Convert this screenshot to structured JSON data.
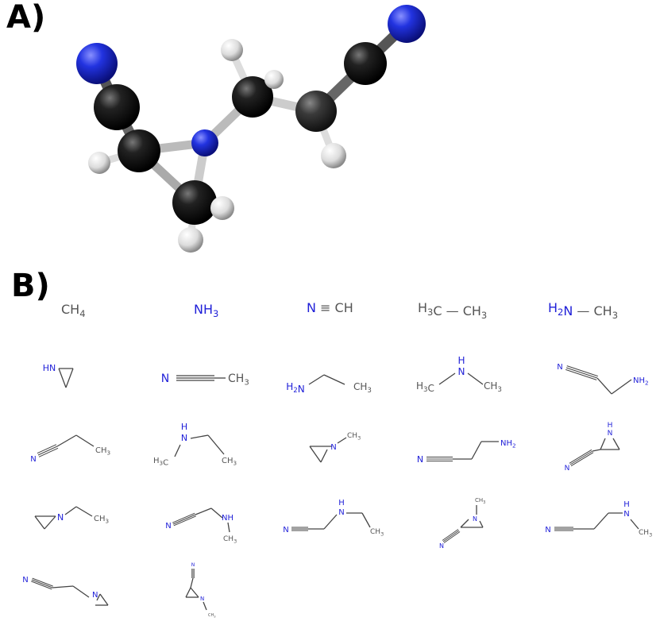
{
  "panels": {
    "a_label": "A)",
    "b_label": "B)"
  },
  "colors": {
    "nitrogen": "#1f1fd8",
    "carbon_text": "#555555",
    "bond": "#444444",
    "ball_carbon": "#111111",
    "ball_nitrogen": "#1a22d6",
    "ball_hydrogen": "#e8e8e8"
  },
  "molecules": [
    {
      "id": "methane",
      "pieces": [
        {
          "t": "CH",
          "c": "C"
        },
        {
          "t": "4",
          "c": "C",
          "sub": true
        }
      ]
    },
    {
      "id": "ammonia",
      "pieces": [
        {
          "t": "NH",
          "c": "N"
        },
        {
          "t": "3",
          "c": "N",
          "sub": true
        }
      ]
    },
    {
      "id": "hydrogen-cyanide",
      "pieces": [
        {
          "t": "N",
          "c": "N"
        },
        {
          "t": " ≡ ",
          "c": "C"
        },
        {
          "t": "CH",
          "c": "C"
        }
      ]
    },
    {
      "id": "ethane",
      "pieces": [
        {
          "t": "H",
          "c": "C"
        },
        {
          "t": "3",
          "c": "C",
          "sub": true
        },
        {
          "t": "C — CH",
          "c": "C"
        },
        {
          "t": "3",
          "c": "C",
          "sub": true
        }
      ]
    },
    {
      "id": "methylamine",
      "pieces": [
        {
          "t": "H",
          "c": "N"
        },
        {
          "t": "2",
          "c": "N",
          "sub": true
        },
        {
          "t": "N",
          "c": "N"
        },
        {
          "t": " — CH",
          "c": "C"
        },
        {
          "t": "3",
          "c": "C",
          "sub": true
        }
      ]
    },
    {
      "id": "aziridine",
      "labels": [
        {
          "t": "HN",
          "c": "N"
        }
      ]
    },
    {
      "id": "acetonitrile",
      "labels": [
        {
          "t": "N",
          "c": "N"
        },
        {
          "t": "CH3",
          "c": "C"
        }
      ]
    },
    {
      "id": "ethylamine",
      "labels": [
        {
          "t": "H2N",
          "c": "N"
        },
        {
          "t": "CH3",
          "c": "C"
        }
      ]
    },
    {
      "id": "dimethylamine",
      "labels": [
        {
          "t": "H",
          "c": "N"
        },
        {
          "t": "N",
          "c": "N"
        },
        {
          "t": "H3C",
          "c": "C"
        },
        {
          "t": "CH3",
          "c": "C"
        }
      ]
    },
    {
      "id": "aminoacetonitrile",
      "labels": [
        {
          "t": "N",
          "c": "N"
        },
        {
          "t": "NH2",
          "c": "N"
        }
      ]
    },
    {
      "id": "propionitrile",
      "labels": [
        {
          "t": "N",
          "c": "N"
        },
        {
          "t": "CH3",
          "c": "C"
        }
      ]
    },
    {
      "id": "ethylmethylamine",
      "labels": [
        {
          "t": "H",
          "c": "N"
        },
        {
          "t": "N",
          "c": "N"
        },
        {
          "t": "H3C",
          "c": "C"
        },
        {
          "t": "CH3",
          "c": "C"
        }
      ]
    },
    {
      "id": "n-methylaziridine",
      "labels": [
        {
          "t": "N",
          "c": "N"
        },
        {
          "t": "CH3",
          "c": "C"
        }
      ]
    },
    {
      "id": "aminopropionitrile",
      "labels": [
        {
          "t": "N",
          "c": "N"
        },
        {
          "t": "NH2",
          "c": "N"
        }
      ]
    },
    {
      "id": "aziridine-carbonitrile",
      "labels": [
        {
          "t": "H",
          "c": "N"
        },
        {
          "t": "N",
          "c": "N"
        },
        {
          "t": "N",
          "c": "N"
        }
      ]
    },
    {
      "id": "n-ethylaziridine",
      "labels": [
        {
          "t": "N",
          "c": "N"
        },
        {
          "t": "CH3",
          "c": "C"
        }
      ]
    },
    {
      "id": "methylaminoacetonitrile",
      "labels": [
        {
          "t": "N",
          "c": "N"
        },
        {
          "t": "NH",
          "c": "N"
        },
        {
          "t": "CH3",
          "c": "C"
        }
      ]
    },
    {
      "id": "ethylaminoacetonitrile",
      "labels": [
        {
          "t": "N",
          "c": "N"
        },
        {
          "t": "H",
          "c": "N"
        },
        {
          "t": "N",
          "c": "N"
        },
        {
          "t": "CH3",
          "c": "C"
        }
      ]
    },
    {
      "id": "methylaziridine-carbonitrile",
      "labels": [
        {
          "t": "CH3",
          "c": "C"
        },
        {
          "t": "N",
          "c": "N"
        },
        {
          "t": "N",
          "c": "N"
        }
      ]
    },
    {
      "id": "methylaminopropionitrile",
      "labels": [
        {
          "t": "N",
          "c": "N"
        },
        {
          "t": "H",
          "c": "N"
        },
        {
          "t": "N",
          "c": "N"
        },
        {
          "t": "CH3",
          "c": "C"
        }
      ]
    },
    {
      "id": "aziridinylpropionitrile",
      "labels": [
        {
          "t": "N",
          "c": "N"
        },
        {
          "t": "N",
          "c": "N"
        }
      ]
    },
    {
      "id": "ethylaziridine-carbonitrile",
      "labels": [
        {
          "t": "N",
          "c": "N"
        },
        {
          "t": "N",
          "c": "N"
        },
        {
          "t": "CH3",
          "c": "C"
        }
      ]
    }
  ]
}
